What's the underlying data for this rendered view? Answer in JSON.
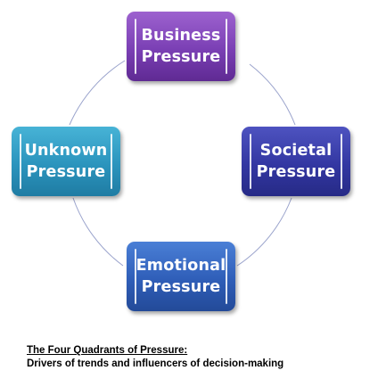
{
  "diagram": {
    "nodes": [
      {
        "id": "business",
        "lines": [
          "Business",
          "Pressure"
        ]
      },
      {
        "id": "societal",
        "lines": [
          "Societal",
          "Pressure"
        ]
      },
      {
        "id": "emotional",
        "lines": [
          "Emotional",
          "Pressure"
        ]
      },
      {
        "id": "unknown",
        "lines": [
          "Unknown",
          "Pressure"
        ]
      }
    ],
    "cycle_order": [
      "business",
      "societal",
      "emotional",
      "unknown"
    ],
    "colors": {
      "business": "#7a3fb4",
      "societal": "#3337a2",
      "emotional": "#2f5eb8",
      "unknown": "#2b94bd",
      "connector": "#9aa3cc"
    }
  },
  "caption": {
    "title": "The Four Quadrants of Pressure:",
    "subtitle": "Drivers of trends and influencers of decision-making"
  }
}
